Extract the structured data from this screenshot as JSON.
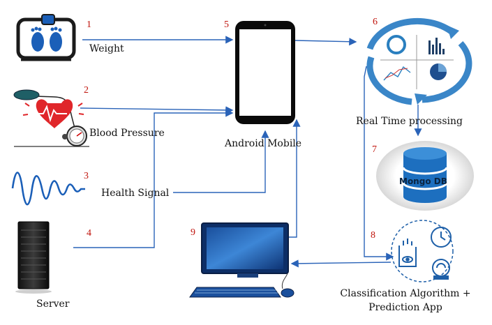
{
  "labels": {
    "weight": "Weight",
    "blood_pressure": "Blood Pressure",
    "health_signal": "Health Signal",
    "server": "Server",
    "android_mobile": "Android Mobile",
    "real_time_processing": "Real Time processing",
    "mongo_db": "Mongo DB",
    "classification_line1": "Classification Algorithm +",
    "classification_line2": "Prediction App"
  },
  "numbers": {
    "n1": "1",
    "n2": "2",
    "n3": "3",
    "n4": "4",
    "n5": "5",
    "n6": "6",
    "n7": "7",
    "n8": "8",
    "n9": "9"
  },
  "colors": {
    "arrow": "#2a63b8",
    "number_red": "#c0140c",
    "scale_blue": "#1b5fb8",
    "db_blue": "#1d6fbf",
    "cycle_blue": "#3a86c8",
    "heart_red": "#e0262a",
    "signal_blue": "#1b5fb8"
  },
  "icons": {
    "weight": "weighing-scale-icon",
    "blood_pressure": "blood-pressure-monitor-icon",
    "health_signal": "damped-wave-signal-icon",
    "server": "server-tower-icon",
    "mobile": "android-phone-icon",
    "processing": "analytics-cycle-icon",
    "database": "database-cylinder-icon",
    "classification": "classification-prediction-icon",
    "computer": "desktop-computer-icon"
  }
}
